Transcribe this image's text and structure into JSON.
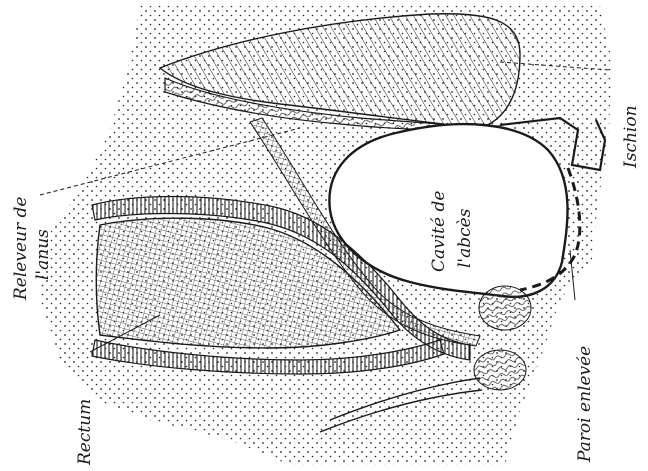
{
  "figure": {
    "labels": {
      "rectum": "Rectum",
      "releveur_line1": "Releveur de",
      "releveur_line2": "l'anus",
      "cavite_line1": "Cavité de",
      "cavite_line2": "l'abcès",
      "paroi": "Paroi enlevée",
      "ischion": "Ischion"
    },
    "colors": {
      "ink": "#1a1a1a",
      "paper": "#ffffff"
    }
  }
}
